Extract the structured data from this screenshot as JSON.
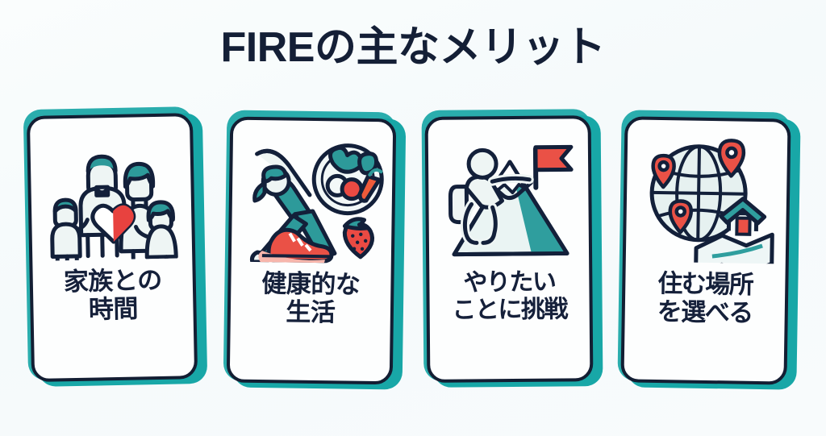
{
  "page": {
    "title": "FIREの主なメリット",
    "background_color": "#f7fbfc",
    "text_color": "#15203a",
    "accent_teal": "#18a7a7",
    "accent_red": "#ef4a47",
    "highlight_color": "#f2565a"
  },
  "cards": [
    {
      "id": "family-time",
      "icon": "family-icon",
      "label_line1_highlight": "家族",
      "label_line1_rest": "との",
      "label_line2": "時間",
      "full_label": "家族との時間",
      "has_highlight_underline": true
    },
    {
      "id": "healthy-life",
      "icon": "healthy-lifestyle-icon",
      "label_line1": "健康的な",
      "label_line2": "生活",
      "full_label": "健康的な生活",
      "has_highlight_underline": false
    },
    {
      "id": "challenge",
      "icon": "mountain-climb-icon",
      "label_line1": "やりたい",
      "label_line2": "ことに挑戦",
      "full_label": "やりたいことに挑戦",
      "has_highlight_underline": false
    },
    {
      "id": "choose-location",
      "icon": "globe-home-icon",
      "label_line1": "住む場所",
      "label_line2": "を選べる",
      "full_label": "住む場所を選べる",
      "has_highlight_underline": false
    }
  ]
}
